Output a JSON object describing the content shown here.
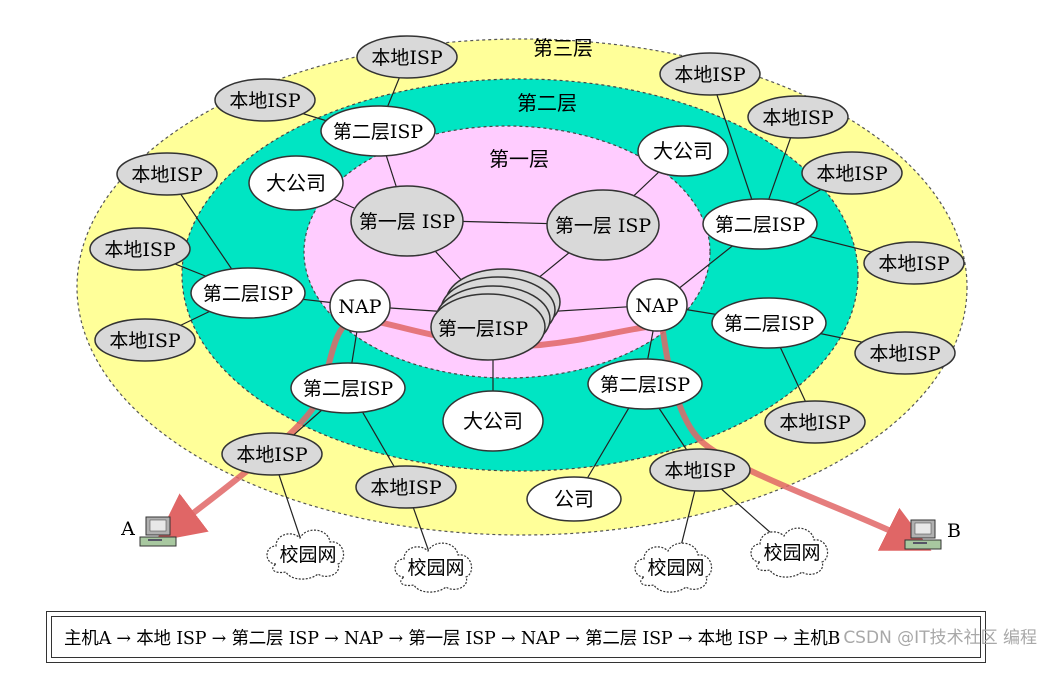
{
  "layers": {
    "tier3": "第三层",
    "tier2": "第二层",
    "tier1": "第一层"
  },
  "labels": {
    "local_isp": "本地ISP",
    "local_isp_spaced": "本地 ISP",
    "tier2_isp": "第二层ISP",
    "tier1_isp": "第一层 ISP",
    "tier1_isp_center": "第一层ISP",
    "nap": "NAP",
    "big_company": "大公司",
    "company": "公司",
    "campus_net": "校园网",
    "host_a": "A",
    "host_b": "B"
  },
  "caption": "主机A → 本地 ISP → 第二层 ISP → NAP → 第一层 ISP → NAP → 第二层 ISP → 本地 ISP → 主机B",
  "watermark": "CSDN @IT技术社区 编程",
  "colors": {
    "tier3_fill": "#ffff99",
    "tier2_fill": "#00e5c3",
    "tier1_fill": "#ffccff",
    "node_fill": "#ffffff",
    "local_isp_fill": "#d9d9d9",
    "path_color": "#e06666"
  }
}
